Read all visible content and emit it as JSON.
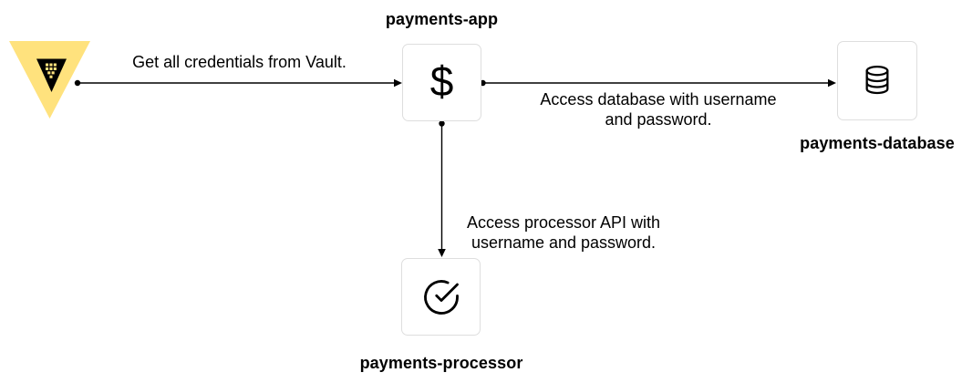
{
  "diagram": {
    "nodes": {
      "app": {
        "label": "payments-app",
        "icon": "dollar-icon",
        "glyph": "$"
      },
      "database": {
        "label": "payments-database",
        "icon": "database-icon"
      },
      "processor": {
        "label": "payments-processor",
        "icon": "check-circle-icon"
      }
    },
    "vault": {
      "icon": "vault-logo"
    },
    "edges": {
      "vault_to_app": {
        "label": "Get all credentials from Vault."
      },
      "app_to_database": {
        "label": "Access database with username and password."
      },
      "app_to_processor": {
        "label": "Access processor API with username and password."
      }
    },
    "colors": {
      "vault_yellow": "#ffe27d",
      "vault_black": "#000000",
      "node_border": "#dedede",
      "line": "#000000"
    }
  }
}
